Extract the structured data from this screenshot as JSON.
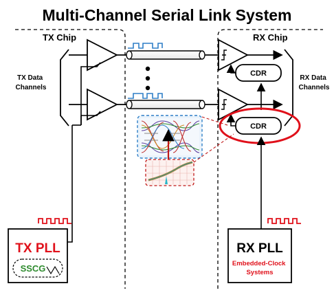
{
  "title": "Multi-Channel Serial Link System",
  "tx_chip": {
    "label": "TX Chip",
    "data_channels_line1": "TX Data",
    "data_channels_line2": "Channels",
    "pll_label": "TX PLL",
    "sscg_label": "SSCG"
  },
  "rx_chip": {
    "label": "RX Chip",
    "data_channels_line1": "RX Data",
    "data_channels_line2": "Channels",
    "cdr_top": "CDR",
    "cdr_bottom": "CDR",
    "pll_label": "RX PLL",
    "pll_sub_line1": "Embedded-Clock",
    "pll_sub_line2": "Systems"
  },
  "colors": {
    "red": "#e0101a",
    "green": "#2e8b2e",
    "blue": "#2f7fc7",
    "black": "#000000"
  }
}
